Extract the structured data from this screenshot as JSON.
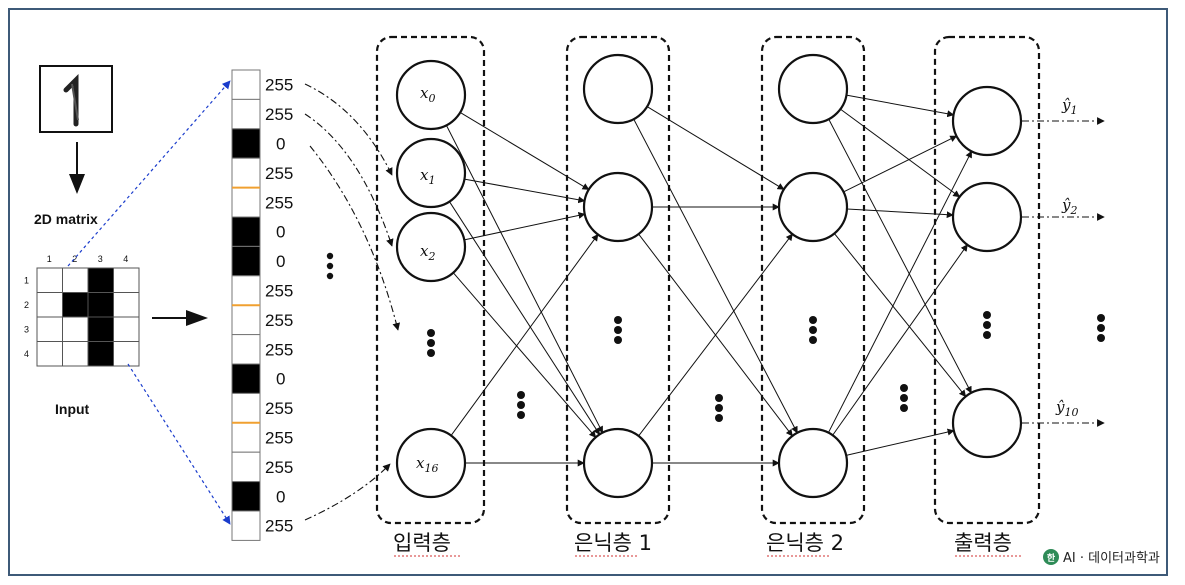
{
  "input_image": {
    "label_matrix": "2D matrix",
    "label_input": "Input",
    "grid_cols": [
      "1",
      "2",
      "3",
      "4"
    ],
    "grid_rows": [
      "1",
      "2",
      "3",
      "4"
    ],
    "grid_cells": [
      [
        0,
        0,
        1,
        0
      ],
      [
        0,
        1,
        1,
        0
      ],
      [
        0,
        0,
        1,
        0
      ],
      [
        0,
        0,
        1,
        0
      ]
    ]
  },
  "vector": {
    "values": [
      "255",
      "255",
      "0",
      "255",
      "255",
      "0",
      "0",
      "255",
      "255",
      "255",
      "0",
      "255",
      "255",
      "255",
      "0",
      "255"
    ],
    "cells": [
      0,
      0,
      1,
      0,
      0,
      1,
      1,
      0,
      0,
      0,
      1,
      0,
      0,
      0,
      1,
      0
    ],
    "orange_dividers_after": [
      3,
      7,
      11
    ]
  },
  "layers": {
    "input": {
      "label": "입력층",
      "nodes": [
        {
          "base": "x",
          "sub": "0"
        },
        {
          "base": "x",
          "sub": "1"
        },
        {
          "base": "x",
          "sub": "2"
        },
        {
          "base": "x",
          "sub": "16"
        }
      ]
    },
    "hidden1": {
      "label": "은닉층 1"
    },
    "hidden2": {
      "label": "은닉층 2"
    },
    "output": {
      "label": "출력층",
      "outputs": [
        {
          "base": "ŷ",
          "sub": "1"
        },
        {
          "base": "ŷ",
          "sub": "2"
        },
        {
          "base": "ŷ",
          "sub": "10"
        }
      ]
    }
  },
  "brand": {
    "text": "AI · 데이터과학과",
    "logo_letter": "한"
  },
  "colors": {
    "frame": "#3e5a78",
    "black_cell": "#000000",
    "orange_divider": "#f0a030",
    "blue_arrow": "#1a3ccc",
    "logo_green": "#2e8b57"
  }
}
